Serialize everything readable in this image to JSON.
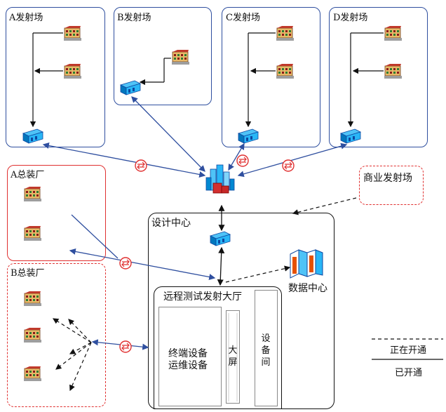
{
  "launch_sites": {
    "a": "A发射场",
    "b": "B发射场",
    "c": "C发射场",
    "d": "D发射场"
  },
  "factories": {
    "a": "A总装厂",
    "b": "B总装厂"
  },
  "commercial_site": "商业发射场",
  "design_center": "设计中心",
  "data_center": "数据中心",
  "remote_hall": {
    "title": "远程测试发射大厅",
    "terminal_line1": "终端设备",
    "terminal_line2": "运维设备",
    "big_screen": "大屏",
    "equipment_room": "设备间"
  },
  "legend": {
    "dashed": "正在开通",
    "solid": "已开通"
  },
  "colors": {
    "blue_link": "#2f4f9f",
    "red": "#e03030",
    "black": "#111111"
  },
  "icons": [
    "building-icon",
    "server-icon",
    "city-hub-icon",
    "encryptor-icon",
    "rack-icon"
  ]
}
